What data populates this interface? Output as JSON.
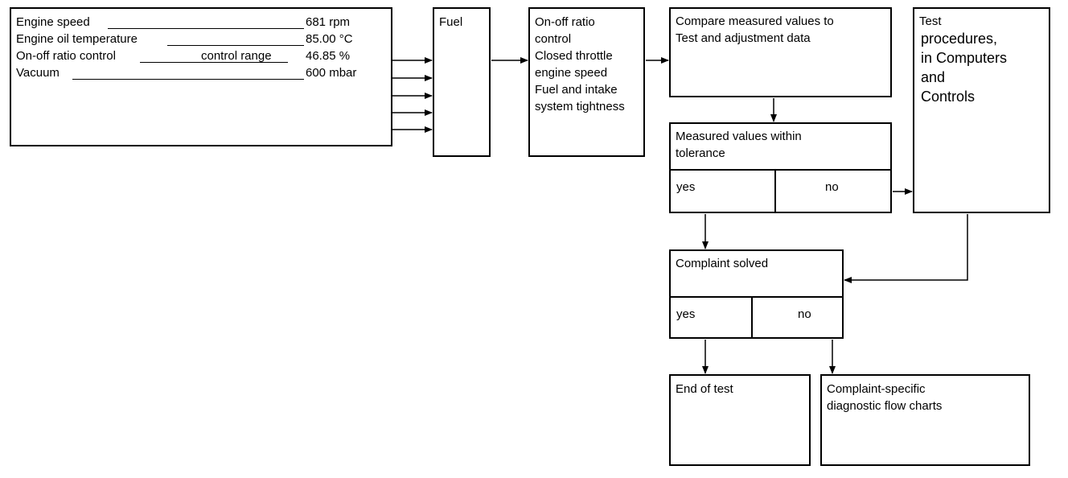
{
  "readings": {
    "engine_speed": {
      "label": "Engine speed",
      "value": "681 rpm"
    },
    "oil_temp": {
      "label": "Engine oil temperature",
      "value": "85.00 °C"
    },
    "on_off_ratio": {
      "label": "On-off ratio control",
      "sub": "control range",
      "value": "46.85 %"
    },
    "vacuum": {
      "label": "Vacuum",
      "value": "600 mbar"
    }
  },
  "fuel": {
    "label": "Fuel"
  },
  "checks": {
    "line1": "On-off ratio",
    "line2": "control",
    "line3": "Closed throttle",
    "line4": "engine speed",
    "line5": "Fuel and intake",
    "line6": "system tightness"
  },
  "compare": {
    "line1": "Compare measured values to",
    "line2": "Test and adjustment data"
  },
  "tolerance": {
    "line1": "Measured values within",
    "line2": "tolerance",
    "yes": "yes",
    "no": "no"
  },
  "test_procedures": {
    "line1": "Test",
    "line2": "procedures,",
    "line3": "in Computers",
    "line4": "and",
    "line5": "Controls"
  },
  "complaint_solved": {
    "label": "Complaint solved",
    "yes": "yes",
    "no": "no"
  },
  "end_of_test": {
    "label": "End of test"
  },
  "complaint_specific": {
    "line1": "Complaint-specific",
    "line2": "diagnostic flow charts"
  }
}
